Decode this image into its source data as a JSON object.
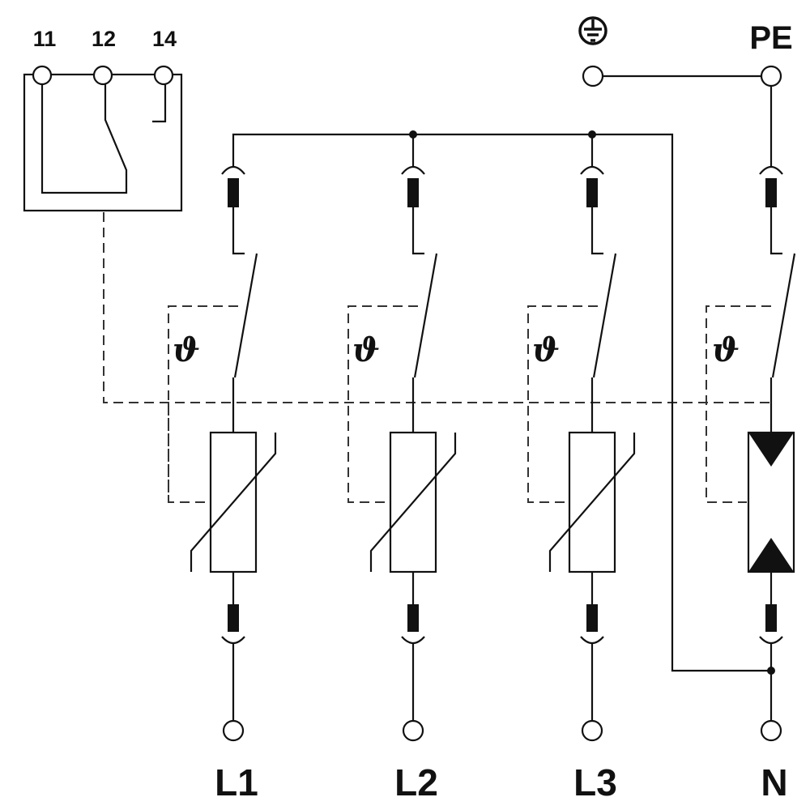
{
  "contact_labels": [
    "11",
    "12",
    "14"
  ],
  "earth_symbol": "protective-earth-icon",
  "pe_label": "PE",
  "thermal_symbol": "ϑ",
  "phases": [
    {
      "label": "L1",
      "element": "varistor"
    },
    {
      "label": "L2",
      "element": "varistor"
    },
    {
      "label": "L3",
      "element": "varistor"
    }
  ],
  "neutral": {
    "label": "N",
    "element": "spark-gap"
  },
  "colors": {
    "line": "#111111",
    "background": "#ffffff"
  }
}
